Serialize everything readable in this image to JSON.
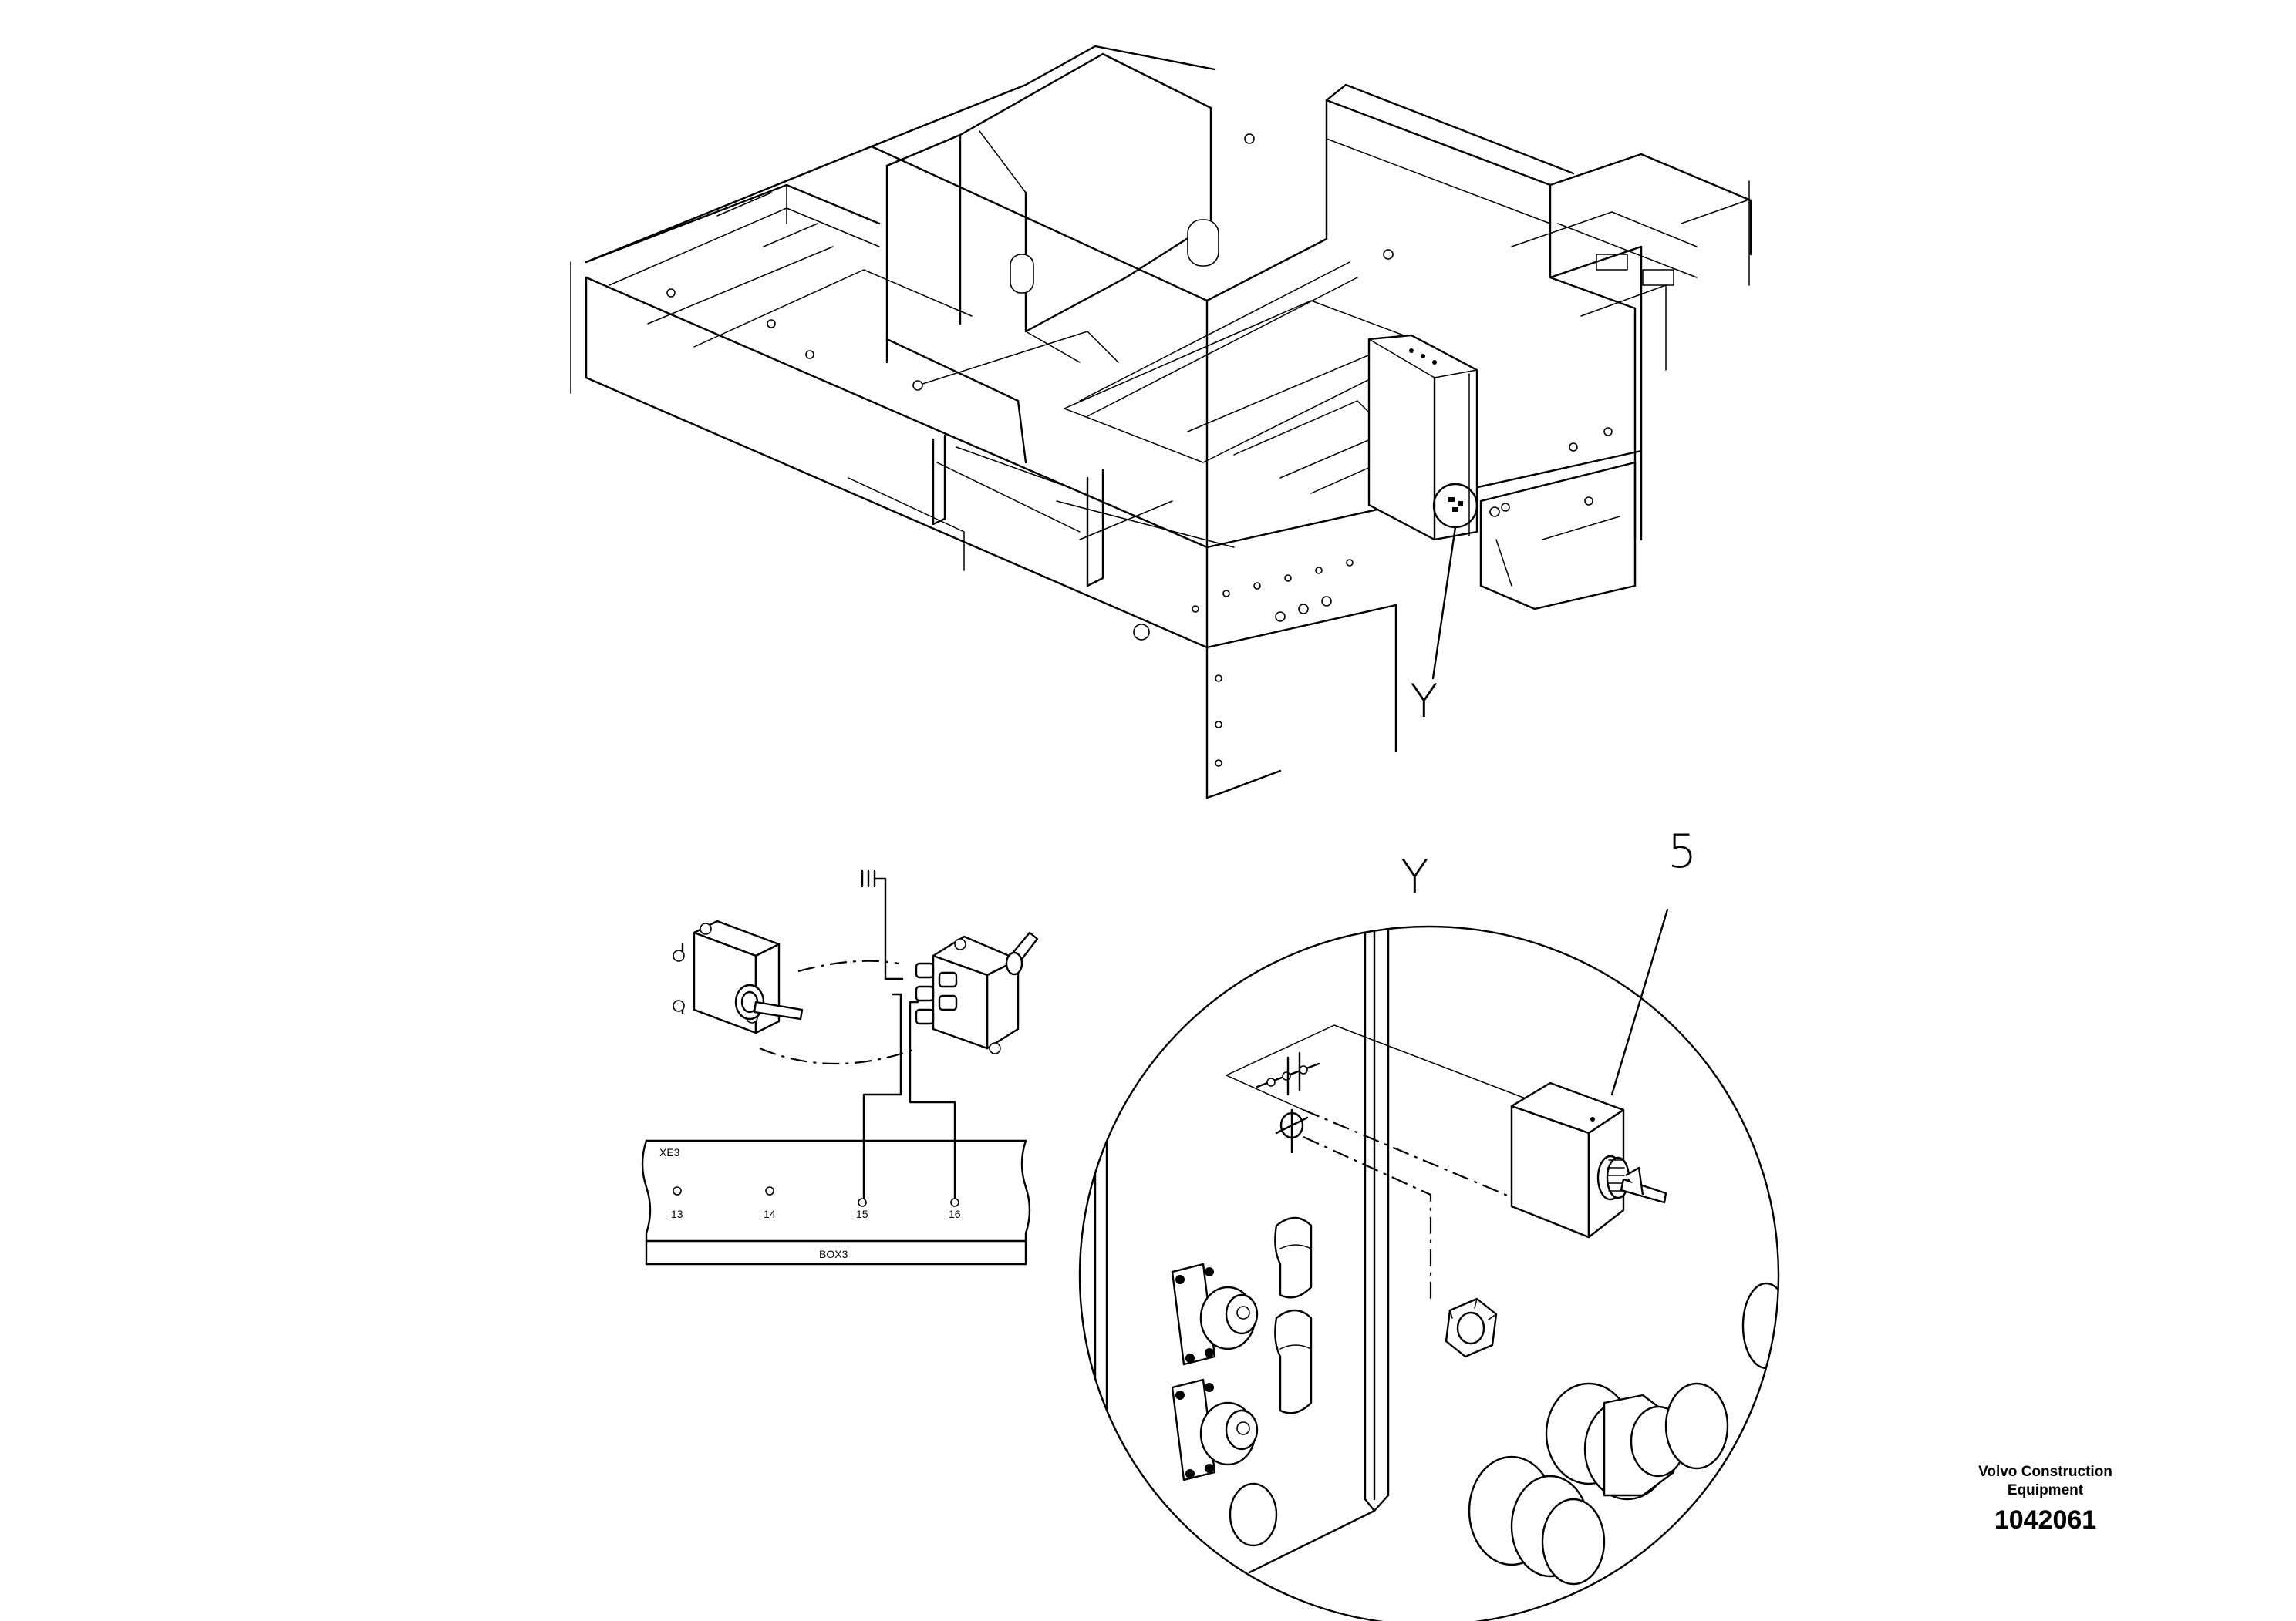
{
  "callouts": {
    "detail_ref_top": "Y",
    "detail_title": "Y",
    "part_number": "5"
  },
  "wiring": {
    "connector_label": "XE3",
    "terminals": [
      "13",
      "14",
      "15",
      "16"
    ],
    "box_label": "BOX3"
  },
  "footer": {
    "brand_line1": "Volvo Construction",
    "brand_line2": "Equipment",
    "drawing_number": "1042061"
  }
}
